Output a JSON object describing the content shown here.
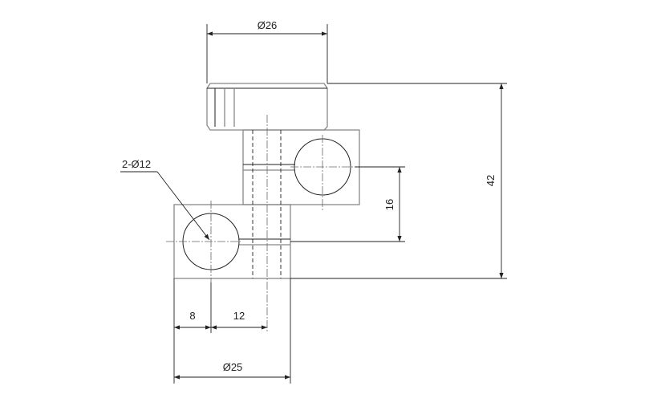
{
  "dimensions": {
    "knob_diameter": "Ø26",
    "overall_height": "42",
    "hole_spacing": "16",
    "hole_callout": "2-Ø12",
    "left_offset": "8",
    "center_offset": "12",
    "block_diameter": "Ø25"
  }
}
